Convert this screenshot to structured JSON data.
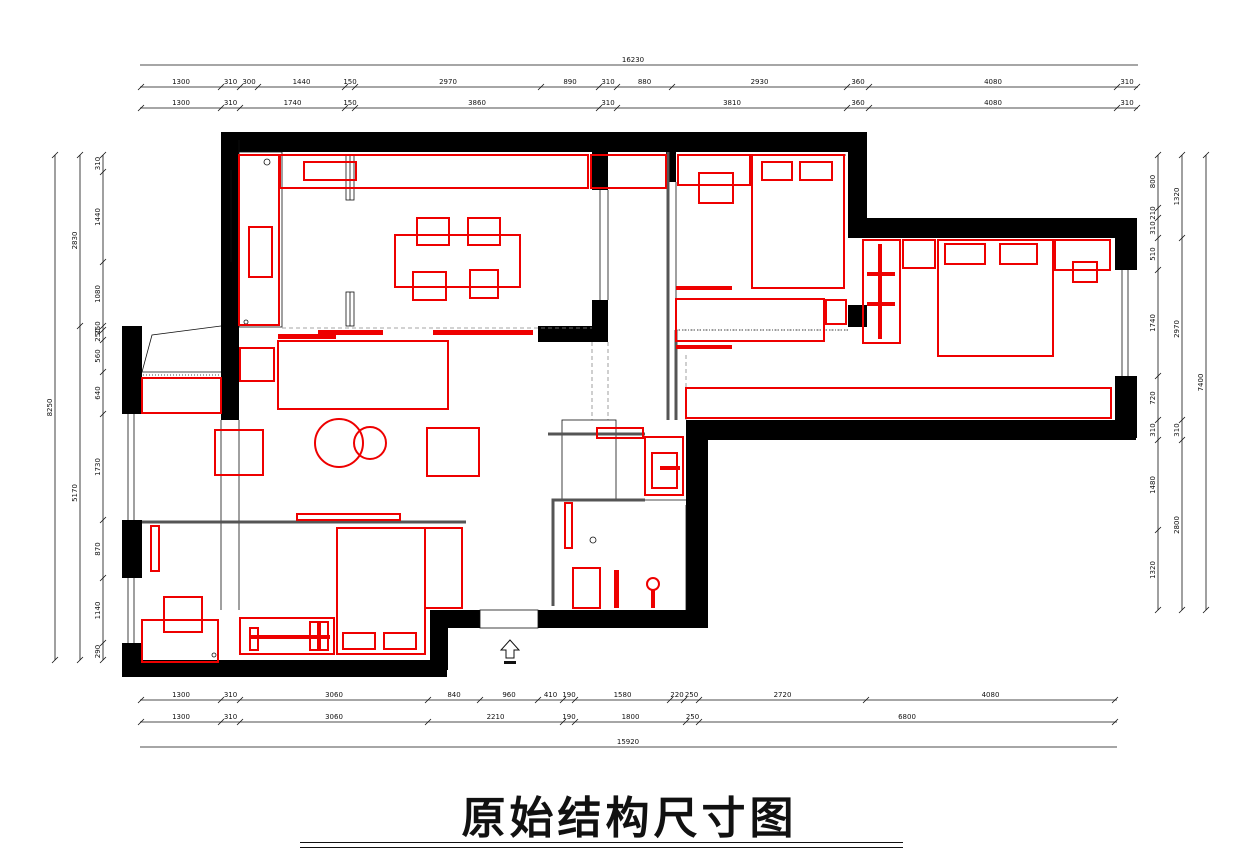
{
  "title": "原始结构尺寸图",
  "dims": {
    "top_total": "16230",
    "top_row1": [
      "1300",
      "310",
      "300",
      "1440",
      "150",
      "2970",
      "890",
      "310",
      "880",
      "2930",
      "360",
      "4080",
      "310"
    ],
    "top_row2": [
      "1300",
      "310",
      "1740",
      "150",
      "3860",
      "310",
      "3810",
      "360",
      "4080",
      "310"
    ],
    "bottom_row1": [
      "1300",
      "310",
      "3060",
      "840",
      "960",
      "410",
      "190",
      "1580",
      "220",
      "250",
      "2720",
      "4080"
    ],
    "bottom_row2": [
      "1300",
      "310",
      "3060",
      "2210",
      "190",
      "1800",
      "250",
      "6800"
    ],
    "bottom_total": "15920",
    "left_outer": [
      "8250"
    ],
    "left_mid": [
      "2830",
      "5170"
    ],
    "left_inner": [
      "310",
      "1440",
      "1080",
      "250",
      "250",
      "560",
      "640",
      "1730",
      "870",
      "1140",
      "290"
    ],
    "right_inner": [
      "800",
      "210",
      "310",
      "510",
      "1740",
      "720",
      "310",
      "1480",
      "1320"
    ],
    "right_mid": [
      "1320",
      "2970",
      "310",
      "2800"
    ],
    "right_outer": [
      "7400"
    ]
  },
  "colors": {
    "wall": "#000000",
    "furniture": "#ee0000",
    "partition": "#555555"
  }
}
